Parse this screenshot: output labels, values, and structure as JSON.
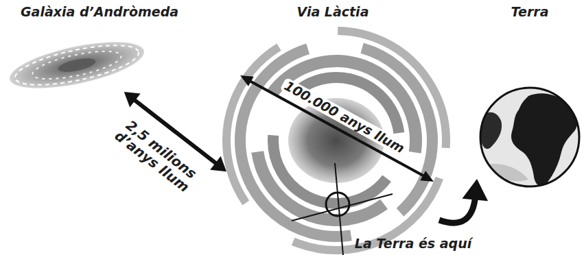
{
  "diagram": {
    "nodes": [
      {
        "text": [
          "Galàxia d’Andròmeda"
        ]
      },
      {
        "text": [
          "Via Làctia"
        ]
      },
      {
        "text": [
          "Terra"
        ]
      }
    ],
    "edges": [
      {
        "from": 0,
        "to": 1,
        "arrow": "both",
        "label": "2,5 milions d’anys llum"
      },
      {
        "from": 1,
        "to": 2,
        "arrow": "to"
      }
    ],
    "labels": [
      "100.000 anys llum",
      "La Terra és aquí"
    ]
  }
}
